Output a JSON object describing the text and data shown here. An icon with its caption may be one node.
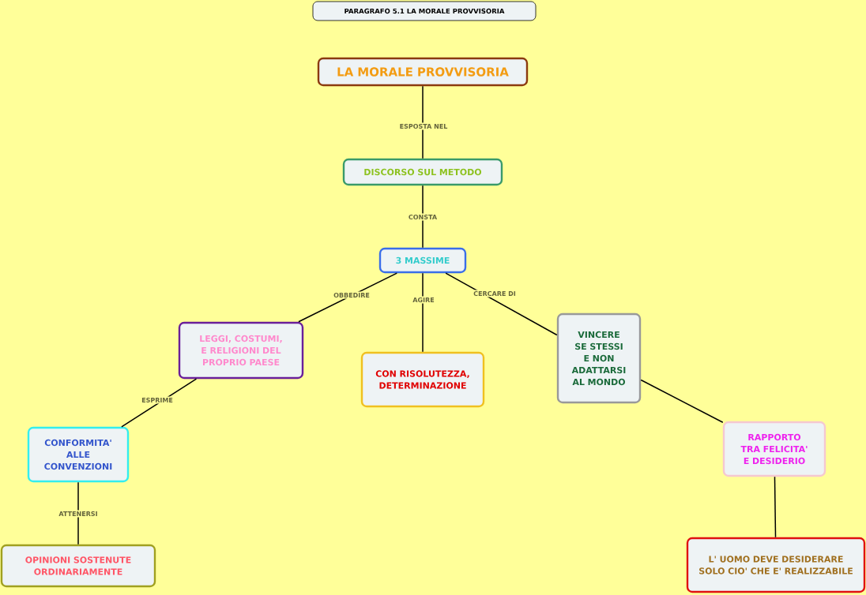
{
  "diagram": {
    "title": "PARAGRAFO 5.1 LA MORALE PROVVISORIA",
    "nodes": [
      {
        "text": [
          "LA MORALE PROVVISORIA"
        ]
      },
      {
        "text": [
          "DISCORSO SUL METODO"
        ]
      },
      {
        "text": [
          "3 MASSIME"
        ]
      },
      {
        "text": [
          "LEGGI, COSTUMI, E RELIGIONI DEL PROPRIO PAESE"
        ]
      },
      {
        "text": [
          "CON RISOLUTEZZA, DETERMINAZIONE"
        ]
      },
      {
        "text": [
          "VINCERE SE STESSI E NON ADATTARSI AL MONDO"
        ]
      },
      {
        "text": [
          "CONFORMITA' ALLE CONVENZIONI"
        ]
      },
      {
        "text": [
          "RAPPORTO TRA FELICITA' E DESIDERIO"
        ]
      },
      {
        "text": [
          "OPINIONI SOSTENUTE ORDINARIAMENTE"
        ]
      },
      {
        "text": [
          "L' UOMO DEVE DESIDERARE SOLO CIO' CHE E' REALIZZABILE"
        ]
      }
    ],
    "edges": [
      {
        "from": 0,
        "to": 1,
        "arrow": "none",
        "label": "ESPOSTA NEL"
      },
      {
        "from": 1,
        "to": 2,
        "arrow": "none",
        "label": "CONSTA"
      },
      {
        "from": 2,
        "to": 3,
        "arrow": "none",
        "label": "OBBEDIRE"
      },
      {
        "from": 2,
        "to": 4,
        "arrow": "none",
        "label": "AGIRE"
      },
      {
        "from": 2,
        "to": 5,
        "arrow": "none",
        "label": "CERCARE DI"
      },
      {
        "from": 3,
        "to": 6,
        "arrow": "none",
        "label": "ESPRIME"
      },
      {
        "from": 6,
        "to": 8,
        "arrow": "none",
        "label": "ATTENERSI"
      },
      {
        "from": 5,
        "to": 7,
        "arrow": "none"
      },
      {
        "from": 7,
        "to": 9,
        "arrow": "none"
      }
    ]
  }
}
